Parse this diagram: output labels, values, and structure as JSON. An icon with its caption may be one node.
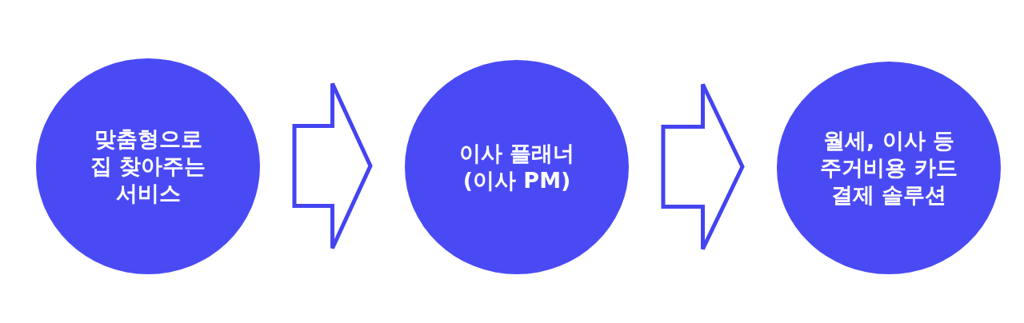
{
  "diagram": {
    "nodes": [
      {
        "text": [
          "맞춤형으로 집 찾아주는 서비스"
        ]
      },
      {
        "text": [
          "이사 플래너 (이사 PM)"
        ]
      },
      {
        "text": [
          "월세, 이사 등 주거비용 카드 결제 솔루션"
        ]
      }
    ],
    "edges": [
      {
        "from": 0,
        "to": 1,
        "arrow": "to"
      },
      {
        "from": 1,
        "to": 2,
        "arrow": "to"
      }
    ]
  }
}
